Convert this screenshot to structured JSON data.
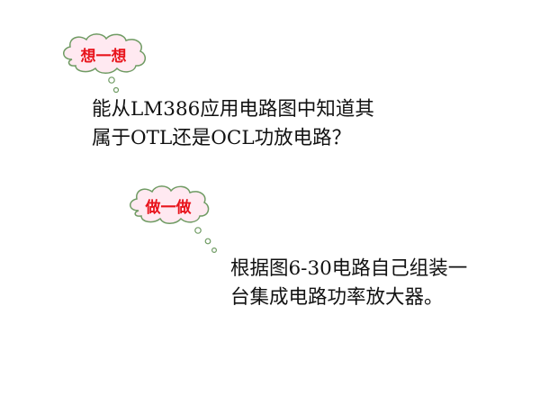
{
  "callouts": [
    {
      "label": "想一想",
      "lines": [
        "能从LM386应用电路图中知道其",
        "属于OTL还是OCL功放电路？"
      ]
    },
    {
      "label": "做一做",
      "lines": [
        "根据图6-30电路自己组装一",
        "台集成电路功率放大器。"
      ]
    }
  ],
  "colors": {
    "cloud_fill": "#ffe9f1",
    "cloud_stroke": "#6f9b63",
    "label_color": "#e8141c",
    "text_color": "#111111"
  }
}
